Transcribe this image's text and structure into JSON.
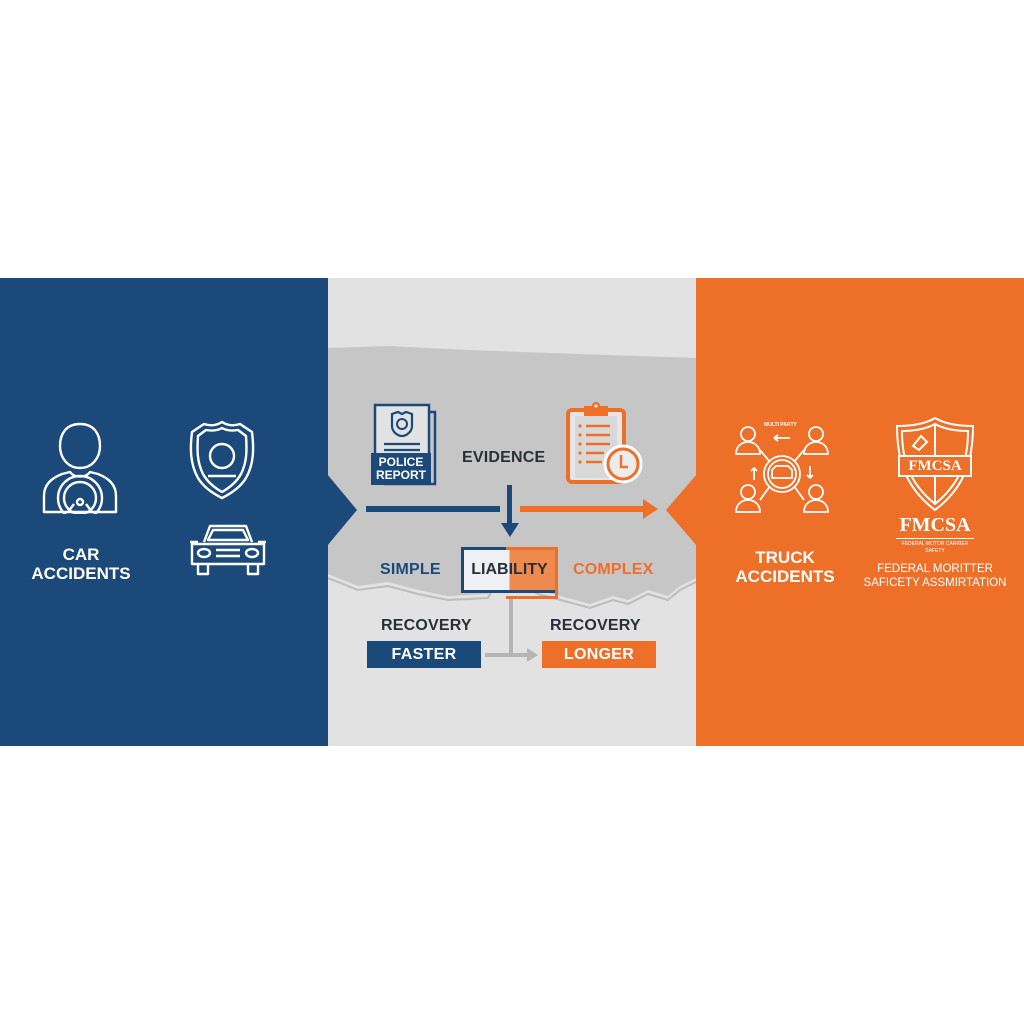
{
  "colors": {
    "blue": "#1b4a7a",
    "orange": "#ee6f28",
    "gray_panel": "#e2e2e2",
    "map_gray": "#c2c2c2",
    "text_dark": "#2a2f38"
  },
  "left_panel": {
    "title_line1": "CAR",
    "title_line2": "ACCIDENTS",
    "icons": [
      "driver-steering-wheel-icon",
      "police-badge-icon",
      "car-front-icon"
    ]
  },
  "middle_panel": {
    "police_report": {
      "line1": "POLICE",
      "line2": "REPORT",
      "icon": "police-report-document-icon"
    },
    "evidence_label": "EVIDENCE",
    "evidence_icon": "clipboard-clock-icon",
    "liability": {
      "left_label": "SIMPLE",
      "center_label": "LIABILITY",
      "right_label": "COMPLEX"
    },
    "recovery": {
      "left_title": "RECOVERY",
      "left_value": "FASTER",
      "right_title": "RECOVERY",
      "right_value": "LONGER"
    }
  },
  "right_panel": {
    "title_line1": "TRUCK",
    "title_line2": "ACCIDENTS",
    "network_icon_caption": "MULTI PARTY",
    "shield_text": "FMCSA",
    "logo_text": "FMCSA",
    "logo_subtext_line1": "FEDERAL MOTOR CARRIER",
    "logo_subtext_line2": "SAFETY",
    "caption_line1": "FEDERAL MORITTER",
    "caption_line2": "SAFICETY ASSMIRTATION",
    "icons": [
      "multi-party-network-icon",
      "fmcsa-shield-icon"
    ]
  }
}
